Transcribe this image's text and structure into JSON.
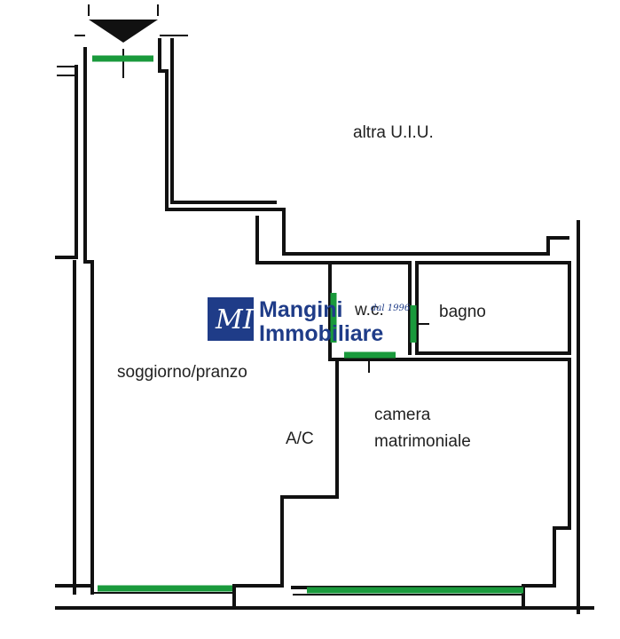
{
  "rooms": {
    "other_unit": "altra U.I.U.",
    "living": "soggiorno/pranzo",
    "ac": "A/C",
    "bath": "bagno",
    "bedroom_line1": "camera",
    "bedroom_line2": "matrimoniale",
    "wc": "w.c."
  },
  "logo": {
    "monogram": "MI",
    "name_line1": "Mangini",
    "name_line2": "Immobiliare",
    "year": "dal 1996"
  },
  "colors": {
    "window": "#1a9a3c",
    "logo": "#1f3c88",
    "wall": "#111111"
  }
}
